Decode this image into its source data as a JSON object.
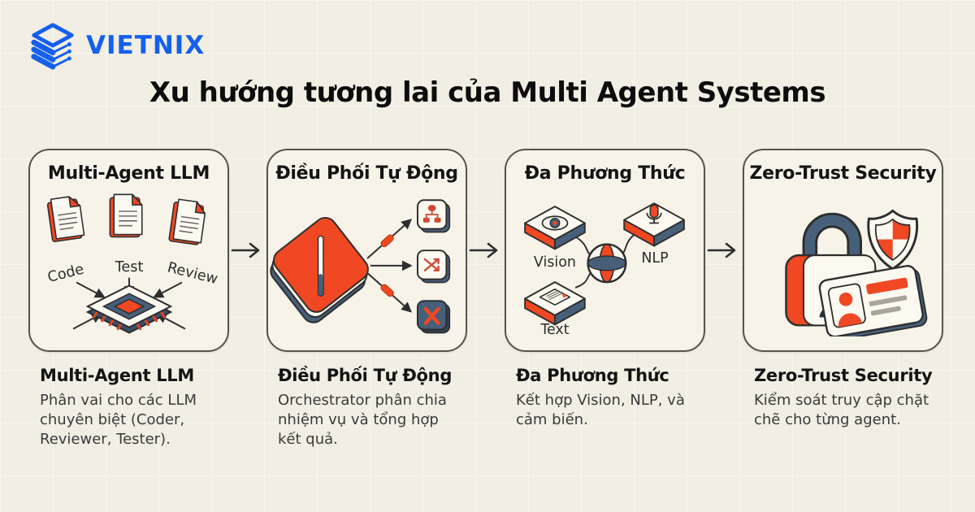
{
  "brand": {
    "name": "VIETNIX"
  },
  "page_title": "Xu hướng tương lai của Multi Agent Systems",
  "colors": {
    "background": "#f2eee3",
    "card_background": "#f7f3e9",
    "outline": "#2e2e2e",
    "accent_red": "#ef4823",
    "slate_blue": "#47607a",
    "logo_blue": "#1560ec",
    "text_primary": "#141414",
    "text_secondary": "#3a3a3a"
  },
  "cards": [
    {
      "card_title": "Multi-Agent LLM",
      "doc_labels": [
        "Code",
        "Test",
        "Review"
      ],
      "icons": [
        "code-document-icon",
        "test-document-icon",
        "review-document-icon",
        "cpu-chip-icon"
      ],
      "heading": "Multi-Agent LLM",
      "description": "Phân vai cho các LLM chuyên biệt (Coder, Reviewer, Tester)."
    },
    {
      "card_title": "Điều Phối Tự Động",
      "icons": [
        "orchestrator-baton-icon",
        "org-chart-tile-icon",
        "branch-tile-icon",
        "tools-tile-icon"
      ],
      "heading": "Điều Phối Tự Động",
      "description": "Orchestrator phân chia nhiệm vụ và tổng hợp kết quả."
    },
    {
      "card_title": "Đa Phương Thức",
      "node_labels": [
        "Vision",
        "NLP",
        "Text"
      ],
      "icons": [
        "vision-eye-tile-icon",
        "nlp-microphone-tile-icon",
        "text-document-tile-icon",
        "globe-hub-icon"
      ],
      "heading": "Đa Phương Thức",
      "description": "Kết hợp Vision, NLP, và cảm biến."
    },
    {
      "card_title": "Zero-Trust Security",
      "icons": [
        "padlock-icon",
        "shield-check-icon",
        "id-card-icon"
      ],
      "heading": "Zero-Trust Security",
      "description": "Kiểm soát truy cập chặt chẽ cho từng agent."
    }
  ],
  "connectors": [
    "arrow-right",
    "arrow-right",
    "arrow-right"
  ]
}
